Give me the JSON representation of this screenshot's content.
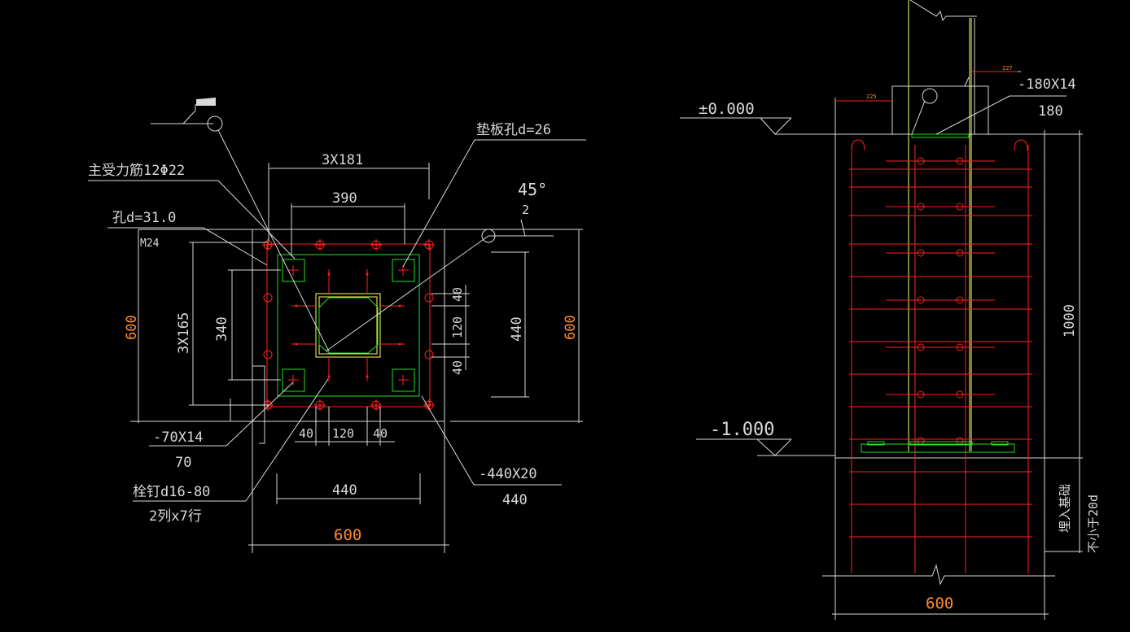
{
  "colors": {
    "background": "#000000",
    "line_white": "#d9d9d9",
    "line_red": "#ff2020",
    "line_green": "#20e020",
    "line_yellow": "#ffff66",
    "dim_orange": "#ff8a2a"
  },
  "plan": {
    "label_main_rebar": "主受力筋12Φ22",
    "label_hole": "孔d=31.0",
    "label_bolt": "M24",
    "label_pad_hole": "垫板孔d=26",
    "dim_3x181": "3X181",
    "dim_390": "390",
    "angle_45": "45°",
    "angle_weld": "2",
    "dim_3x165": "3X165",
    "dim_340": "340",
    "dim_left_600": "600",
    "dim_40a": "40",
    "dim_120_v": "120",
    "dim_40b": "40",
    "dim_440_v": "440",
    "dim_right_600": "600",
    "dim_40c": "40",
    "dim_120_h": "120",
    "dim_40d": "40",
    "label_stiffener": "-70X14",
    "label_stiffener_w": "70",
    "label_stud": "栓钉d16-80",
    "label_stud_layout": "2列x7行",
    "dim_440_h": "440",
    "label_plate": "-440X20",
    "label_plate_w": "440",
    "dim_bottom_600": "600"
  },
  "section": {
    "elev_top": "±0.000",
    "elev_bottom": "-1.000",
    "label_top_plate": "-180X14",
    "label_top_plate_w": "180",
    "dim_225": "225",
    "dim_227": "227",
    "dim_1000": "1000",
    "label_embed": "埋入基础",
    "label_embed_len": "不小于20d",
    "dim_bottom_600": "600"
  }
}
